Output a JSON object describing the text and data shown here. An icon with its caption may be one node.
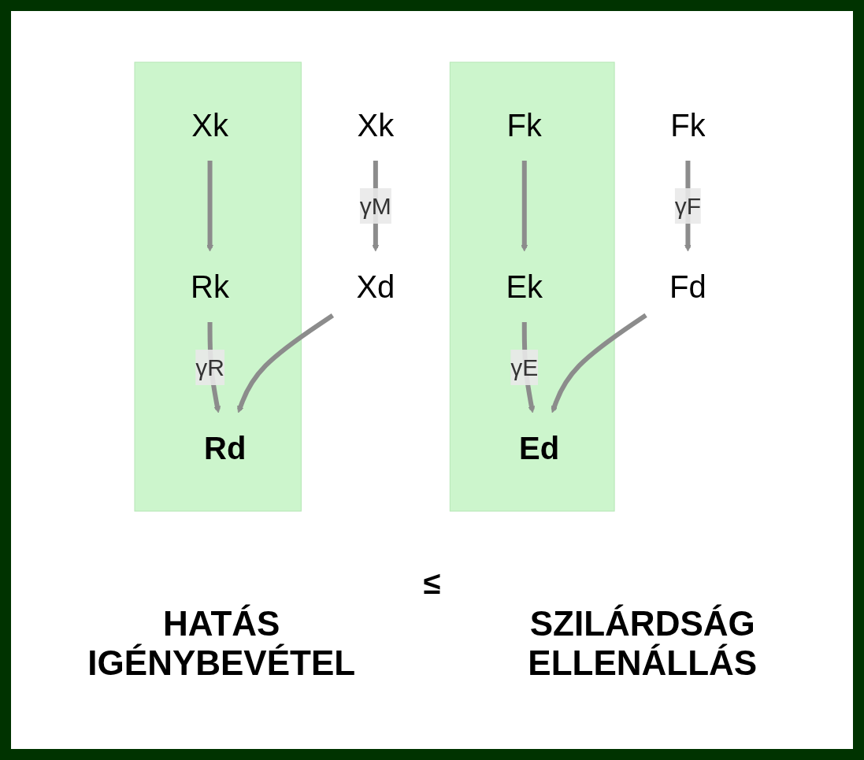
{
  "diagram": {
    "nodes": [
      {
        "text": [],
        "shape": "box"
      },
      {
        "text": [
          "Fk"
        ],
        "in": 0
      },
      {
        "text": [
          "Ek"
        ],
        "in": 0
      },
      {
        "text": [
          "Ed"
        ],
        "in": 0
      },
      {
        "text": [],
        "shape": "box"
      },
      {
        "text": [
          "Rk"
        ],
        "in": 4
      },
      {
        "text": [
          "Xk"
        ],
        "in": 4
      },
      {
        "text": [
          "Rd"
        ],
        "in": 4
      },
      {
        "text": [
          "Fk"
        ]
      },
      {
        "text": [
          "Fd"
        ]
      },
      {
        "text": [
          "Xd"
        ]
      },
      {
        "text": [
          "Xk"
        ]
      }
    ],
    "edges": [
      {
        "from": 1,
        "to": 2,
        "arrow": "to"
      },
      {
        "from": 2,
        "to": 3,
        "label": "γE",
        "arrow": "to"
      },
      {
        "from": 6,
        "to": 5,
        "arrow": "to"
      },
      {
        "from": 5,
        "to": 7,
        "label": "γR",
        "arrow": "to"
      },
      {
        "from": 8,
        "to": 9,
        "label": "γF",
        "arrow": "to"
      },
      {
        "from": 9,
        "to": 3,
        "arrow": "to"
      },
      {
        "from": 11,
        "to": 10,
        "label": "γM",
        "arrow": "to"
      },
      {
        "from": 10,
        "to": 7,
        "arrow": "to"
      }
    ],
    "labels": [
      "≤",
      "HATÁS IGÉNYBEVÉTEL",
      "SZILÁRDSÁG ELLENÁLLÁS"
    ]
  }
}
